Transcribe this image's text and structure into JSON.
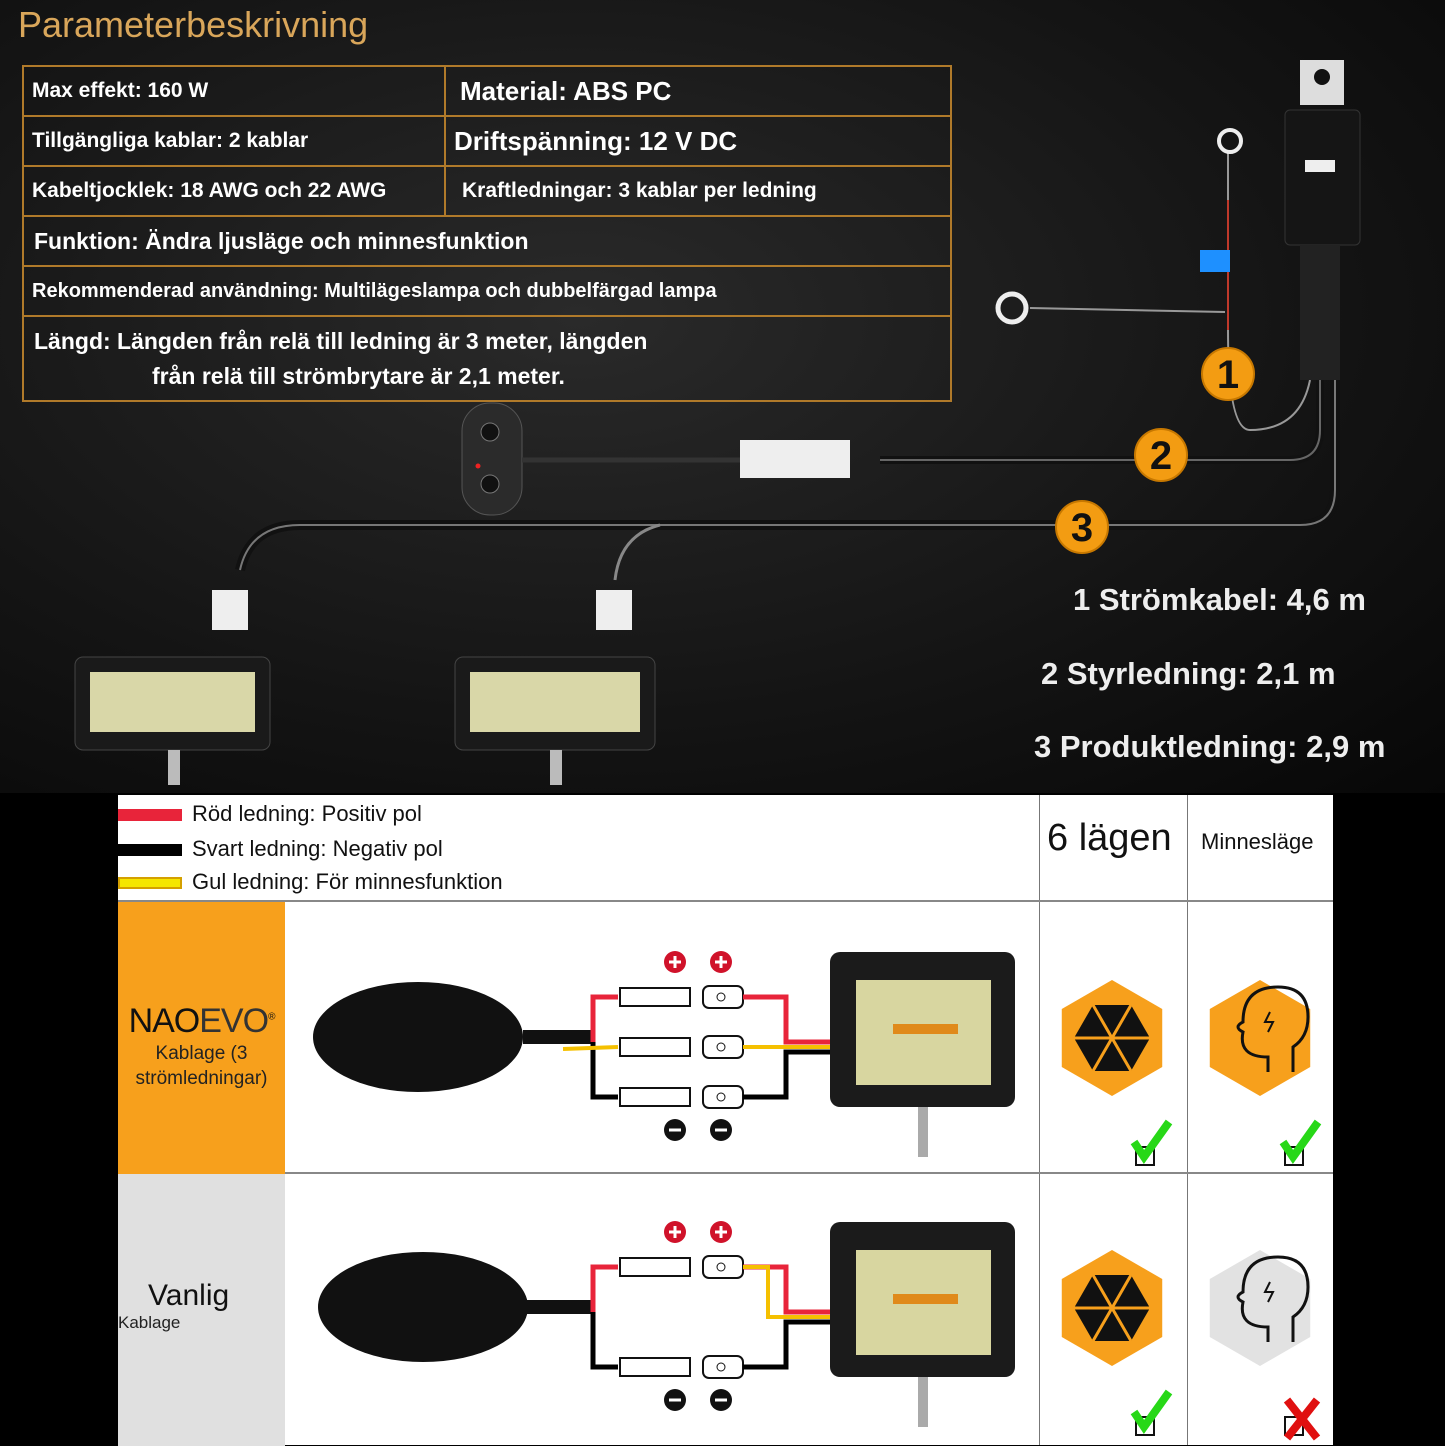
{
  "title": "Parameterbeskrivning",
  "specs": {
    "max_power": "Max effekt: 160 W",
    "material": "Material: ABS PC",
    "cables": "Tillgängliga kablar: 2 kablar",
    "voltage": "Driftspänning: 12 V DC",
    "thickness": "Kabeltjocklek: 18 AWG och 22 AWG",
    "power_leads": "Kraftledningar: 3 kablar per ledning",
    "function": "Funktion: Ändra ljusläge och minnesfunktion",
    "usage": "Rekommenderad användning: Multilägeslampa och dubbelfärgad lampa",
    "length_1": "Längd: Längden från relä till ledning är 3 meter, längden",
    "length_2": "från relä till strömbrytare är 2,1 meter."
  },
  "badges": [
    "1",
    "2",
    "3"
  ],
  "cable_labels": [
    "1 Strömkabel: 4,6 m",
    "2 Styrledning: 2,1 m",
    "3 Produktledning: 2,9 m"
  ],
  "legend": [
    {
      "color": "#e8243a",
      "text": "Röd ledning: Positiv pol"
    },
    {
      "color": "#000000",
      "text": "Svart ledning: Negativ pol"
    },
    {
      "color": "#f5e600",
      "text": "Gul ledning: För minnesfunktion"
    }
  ],
  "columns": {
    "modes": "6 lägen",
    "memory": "Minnesläge"
  },
  "rows": [
    {
      "brand": "NAOEVO",
      "brand_light": "EVO",
      "brand_dark": "NAO",
      "sub": "Kablage (3 strömledningar)",
      "bg": "#f7a01c",
      "modes": "check",
      "memory": "check"
    },
    {
      "brand": "Vanlig",
      "sub": "Kablage",
      "bg": "#e0e0e0",
      "modes": "check",
      "memory": "cross"
    }
  ],
  "colors": {
    "accent": "#f39c12",
    "check": "#27d817",
    "cross": "#e01010",
    "border": "#b07a2a"
  }
}
